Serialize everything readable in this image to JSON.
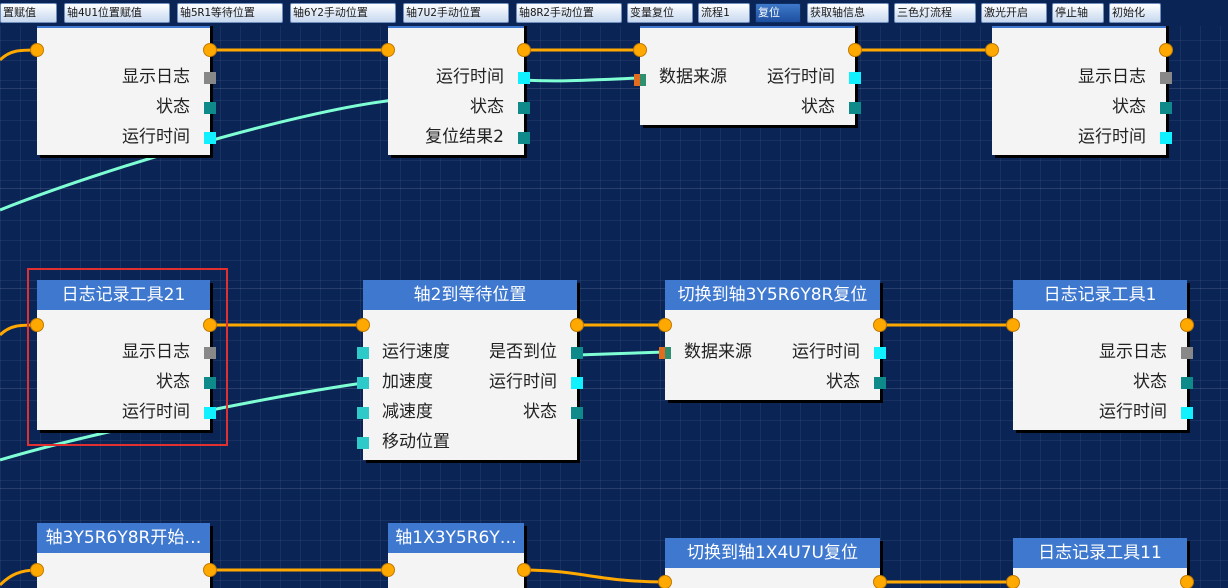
{
  "tabs": [
    {
      "label": "置赋值",
      "active": false
    },
    {
      "label": "轴4U1位置赋值",
      "active": false
    },
    {
      "label": "轴5R1等待位置",
      "active": false
    },
    {
      "label": "轴6Y2手动位置",
      "active": false
    },
    {
      "label": "轴7U2手动位置",
      "active": false
    },
    {
      "label": "轴8R2手动位置",
      "active": false
    },
    {
      "label": "变量复位",
      "active": false
    },
    {
      "label": "流程1",
      "active": false
    },
    {
      "label": "复位",
      "active": true
    },
    {
      "label": "获取轴信息",
      "active": false
    },
    {
      "label": "三色灯流程",
      "active": false
    },
    {
      "label": "激光开启",
      "active": false
    },
    {
      "label": "停止轴",
      "active": false
    },
    {
      "label": "初始化",
      "active": false
    }
  ],
  "nodes": {
    "r1_log_a": {
      "ports": [
        "显示日志",
        "状态",
        "运行时间"
      ]
    },
    "r1_mid": {
      "ports": [
        "运行时间",
        "状态",
        "复位结果2"
      ]
    },
    "r1_switch": {
      "in": "数据来源",
      "out": [
        "运行时间",
        "状态"
      ]
    },
    "r1_log_b": {
      "ports": [
        "显示日志",
        "状态",
        "运行时间"
      ]
    },
    "log21": {
      "title": "日志记录工具21",
      "ports": [
        "显示日志",
        "状态",
        "运行时间"
      ]
    },
    "axis2": {
      "title": "轴2到等待位置",
      "in": [
        "运行速度",
        "加速度",
        "减速度",
        "移动位置"
      ],
      "out": [
        "是否到位",
        "运行时间",
        "状态"
      ]
    },
    "switch3": {
      "title": "切换到轴3Y5R6Y8R复位",
      "in": "数据来源",
      "out": [
        "运行时间",
        "状态"
      ]
    },
    "log1": {
      "title": "日志记录工具1",
      "ports": [
        "显示日志",
        "状态",
        "运行时间"
      ]
    },
    "r3_a": {
      "title": "轴3Y5R6Y8R开始…"
    },
    "r3_b": {
      "title": "轴1X3Y5R6Y…"
    },
    "r3_c": {
      "title": "切换到轴1X4U7U复位"
    },
    "r3_d": {
      "title": "日志记录工具11"
    }
  },
  "colors": {
    "canvas": "#0b2456",
    "header": "#3f78cf",
    "exec_wire": "#ffa800",
    "data_wire": "#7fffd4",
    "selection": "#e13030"
  }
}
